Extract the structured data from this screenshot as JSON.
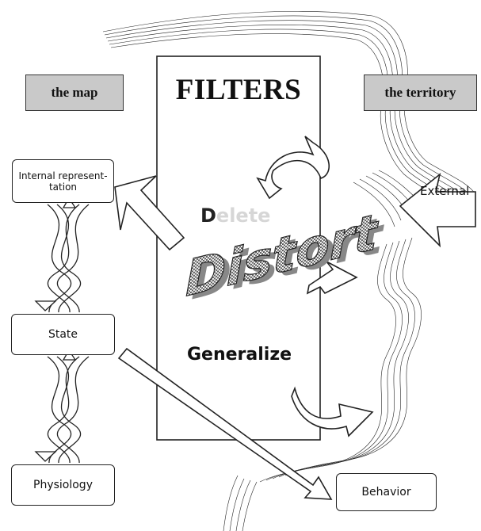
{
  "labels": {
    "map": "the map",
    "territory": "the territory",
    "filters": "FILTERS",
    "delete": "Delete",
    "distort": "Distort",
    "generalize": "Generalize",
    "internal_representation": "Internal represent-tation",
    "state": "State",
    "physiology": "Physiology",
    "behavior": "Behavior",
    "external": "External"
  },
  "colors": {
    "box_fill": "#c9c9c9",
    "outline": "#222222",
    "delete_fade": "#d6d6d6",
    "distort_fill": "#9a9a9a"
  }
}
